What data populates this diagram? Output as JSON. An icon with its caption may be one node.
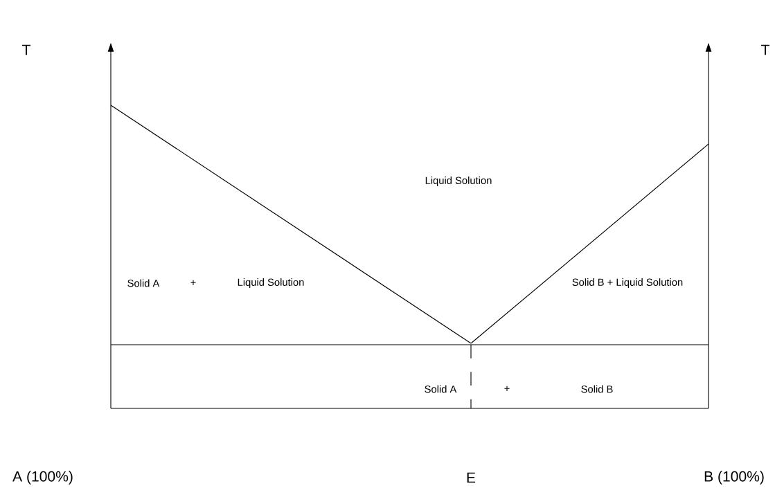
{
  "diagram": {
    "labels": [
      "T",
      "T",
      "Liquid Solution",
      "Solid A",
      "+",
      "Liquid Solution",
      "Solid B + Liquid Solution",
      "Solid A",
      "+",
      "Solid B",
      "A (100%)",
      "E",
      "B (100%)"
    ]
  }
}
